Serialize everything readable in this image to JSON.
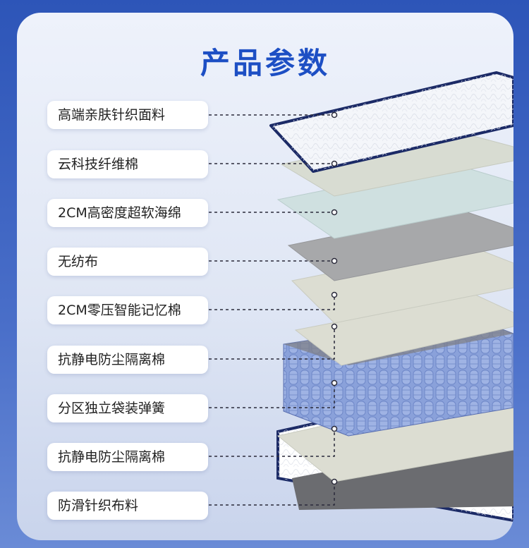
{
  "title": "产品参数",
  "layers": [
    {
      "label": "高端亲肤针织面料",
      "icon": "knit-fabric-layer-icon"
    },
    {
      "label": "云科技纤维棉",
      "icon": "fiber-cotton-layer-icon"
    },
    {
      "label": "2CM高密度超软海绵",
      "icon": "sponge-layer-icon"
    },
    {
      "label": "无纺布",
      "icon": "nonwoven-layer-icon"
    },
    {
      "label": "2CM零压智能记忆棉",
      "icon": "memory-foam-layer-icon"
    },
    {
      "label": "抗静电防尘隔离棉",
      "icon": "antistatic-layer-icon"
    },
    {
      "label": "分区独立袋装弹簧",
      "icon": "pocket-spring-layer-icon"
    },
    {
      "label": "抗静电防尘隔离棉",
      "icon": "antistatic-layer-icon"
    },
    {
      "label": "防滑针织布料",
      "icon": "antislip-fabric-layer-icon"
    }
  ],
  "colors": {
    "title": "#1d4fc4",
    "border": "#1b2a66",
    "fabric": "#f4f6fa",
    "fiber": "#d8dcd2",
    "sponge": "#cfe0e0",
    "nonwoven": "#a7a8aa",
    "memory": "#dcddd2",
    "spring": "#7f98d6",
    "antislip": "#6b6c70"
  }
}
